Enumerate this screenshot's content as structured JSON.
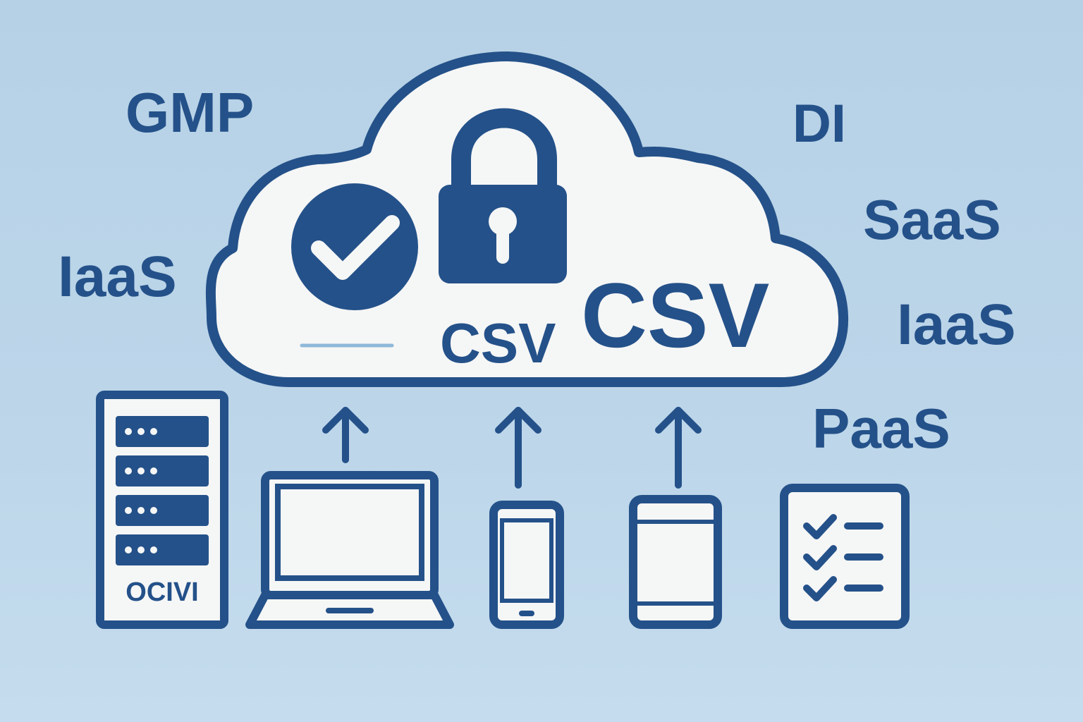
{
  "colors": {
    "primary": "#245189",
    "cloud_fill": "#f5f6f6",
    "background": "#b8d3e7",
    "divider": "#8fb8d8"
  },
  "terms": {
    "gmp": "GMP",
    "di": "DI",
    "iaas_left": "IaaS",
    "saas": "SaaS",
    "iaas_right": "IaaS",
    "paas": "PaaS"
  },
  "cloud": {
    "label_small": "CSV",
    "label_large": "CSV",
    "icons": [
      "check-circle-icon",
      "padlock-icon"
    ]
  },
  "devices": {
    "server_label": "OCIVI",
    "items": [
      "server-rack-icon",
      "laptop-icon",
      "smartphone-icon",
      "tablet-icon",
      "checklist-icon"
    ]
  }
}
